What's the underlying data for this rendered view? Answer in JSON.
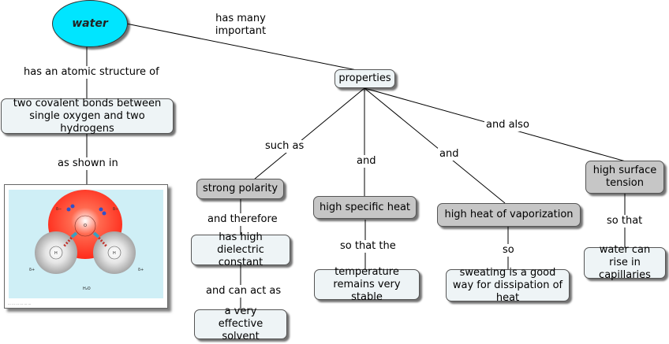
{
  "nodes": {
    "water": "water",
    "properties": "properties",
    "atomic_structure": "two covalent bonds between single oxygen and two hydrogens",
    "strong_polarity": "strong polarity",
    "high_specific_heat": "high specific heat",
    "high_heat_vaporization": "high heat of vaporization",
    "high_surface_tension": "high surface tension",
    "dielectric": "has high dielectric constant",
    "solvent": "a very effective solvent",
    "temperature": "temperature remains very stable",
    "sweating": "sweating is a good way for dissipation of heat",
    "capillaries": "water can rise in capillaries"
  },
  "links": {
    "has_many": "has many important",
    "atomic": "has an atomic structure of",
    "shown_in": "as shown in",
    "such_as": "such as",
    "and1": "and",
    "and2": "and",
    "and_also": "and also",
    "therefore": "and therefore",
    "can_act": "and can act as",
    "so_that_the": "so that the",
    "so": "so",
    "so_that": "so that"
  },
  "molecule": {
    "o_label": "O",
    "h_left": "H",
    "h_right": "H",
    "delta_minus_left": "δ−",
    "delta_minus_right": "δ−",
    "delta_plus_left": "δ+",
    "delta_plus_right": "δ+",
    "formula": "H₂O"
  },
  "colors": {
    "water_fill": "#00e5ff",
    "gray_node": "#c6c6c6",
    "light_node": "#eef4f6",
    "oxygen": "#ff2a1a",
    "hydrogen": "#c8c8c8"
  }
}
